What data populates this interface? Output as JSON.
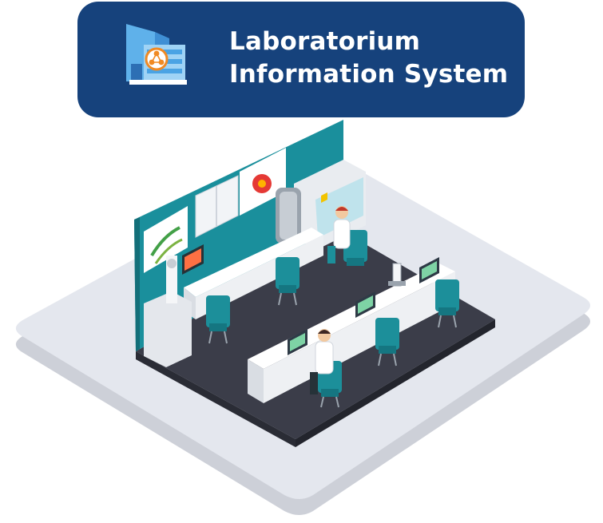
{
  "banner": {
    "title_line1": "Laboratorium",
    "title_line2": "Information System",
    "logo_icon": "lab-building-icon",
    "color": "#16427c"
  },
  "illustration": {
    "name": "isometric-laboratory",
    "colors": {
      "platform": "#e4e7ee",
      "floor": "#3b3d49",
      "wall": "#1a8f9c",
      "chair": "#1c8f9a",
      "bench": "#ffffff"
    }
  }
}
